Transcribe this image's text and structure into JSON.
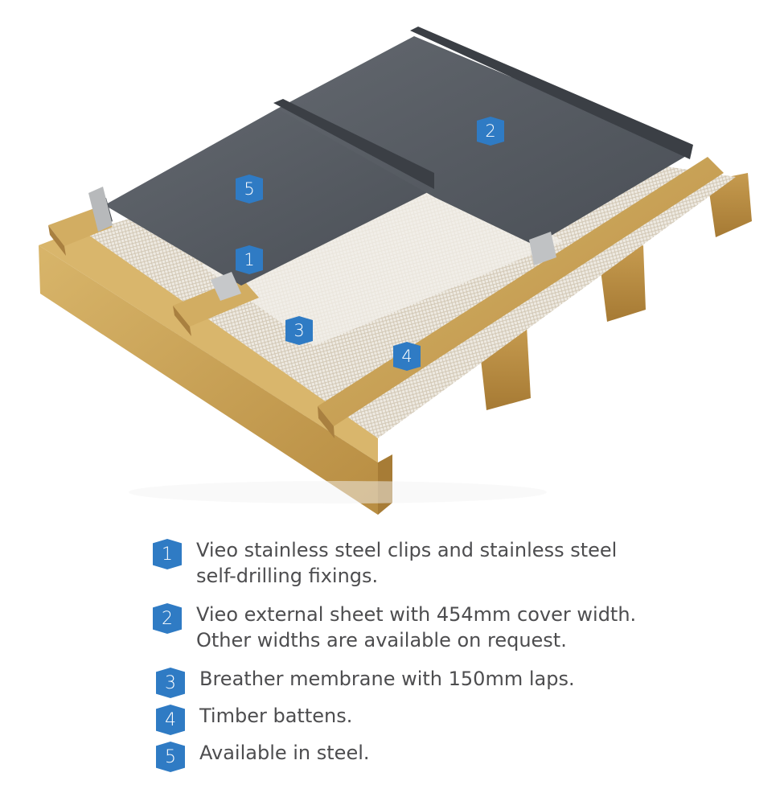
{
  "colors": {
    "badge": "#2f7bc4",
    "legend_text": "#4d4d4f",
    "steel_sheet": "#565b62",
    "timber": "#c9a35a",
    "membrane": "#e8e3d8"
  },
  "illustration": {
    "description": "Cut-away 3D view of standing seam roof build-up on timber battens and rafters",
    "callouts": [
      {
        "number": "1",
        "target": "stainless-steel-clip"
      },
      {
        "number": "2",
        "target": "external-sheet"
      },
      {
        "number": "3",
        "target": "breather-membrane"
      },
      {
        "number": "4",
        "target": "timber-batten"
      },
      {
        "number": "5",
        "target": "steel-sheet"
      }
    ]
  },
  "legend": {
    "items": [
      {
        "number": "1",
        "icon": "hexagon-badge",
        "text": "Vieo stainless steel clips and stainless steel self-drilling fixings."
      },
      {
        "number": "2",
        "icon": "hexagon-badge",
        "text": "Vieo external sheet with 454mm cover width. Other widths are available on request."
      },
      {
        "number": "3",
        "icon": "hexagon-badge",
        "text": "Breather membrane with 150mm laps."
      },
      {
        "number": "4",
        "icon": "hexagon-badge",
        "text": "Timber battens."
      },
      {
        "number": "5",
        "icon": "hexagon-badge",
        "text": "Available in steel."
      }
    ]
  }
}
